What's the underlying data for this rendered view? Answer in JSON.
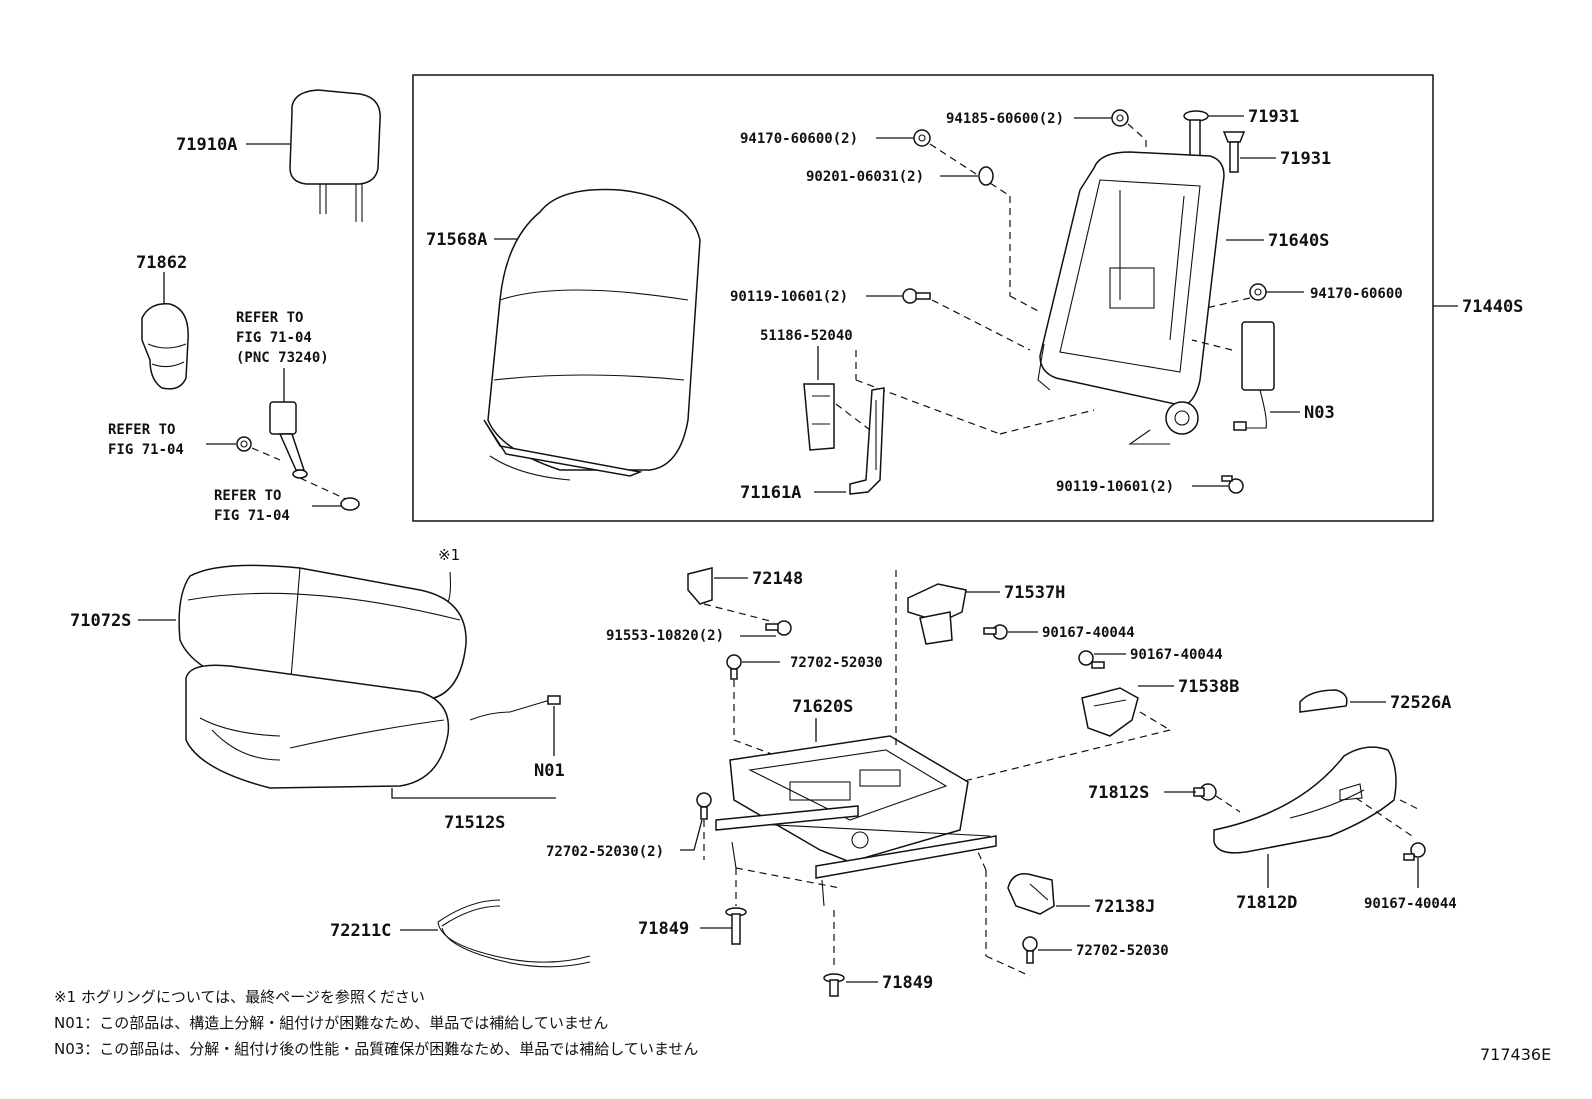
{
  "parts": {
    "p71910A": "71910A",
    "p71862": "71862",
    "p71568A": "71568A",
    "p94185": "94185-60600(2)",
    "p94170a": "94170-60600(2)",
    "p90201": "90201-06031(2)",
    "p71931a": "71931",
    "p71931b": "71931",
    "p71640S": "71640S",
    "p90119a": "90119-10601(2)",
    "p94170b": "94170-60600",
    "p71440S": "71440S",
    "p51186": "51186-52040",
    "pN03": "N03",
    "p71161A": "71161A",
    "p90119b": "90119-10601(2)",
    "p71072S": "71072S",
    "pN01": "N01",
    "p71512S": "71512S",
    "p72148": "72148",
    "p91553": "91553-10820(2)",
    "p72702a": "72702-52030",
    "p71537H": "71537H",
    "p90167a": "90167-40044",
    "p90167b": "90167-40044",
    "p71538B": "71538B",
    "p72526A": "72526A",
    "p71620S": "71620S",
    "p71812S": "71812S",
    "p72702b": "72702-52030(2)",
    "p71849a": "71849",
    "p71849b": "71849",
    "p72138J": "72138J",
    "p72702c": "72702-52030",
    "p71812D": "71812D",
    "p90167c": "90167-40044",
    "p72211C": "72211C"
  },
  "refs": {
    "ref1": [
      "REFER TO",
      "FIG 71-04",
      "(PNC 73240)"
    ],
    "ref2": [
      "REFER TO",
      "FIG 71-04"
    ],
    "ref3": [
      "REFER TO",
      "FIG 71-04"
    ]
  },
  "mark1": "※1",
  "notes": [
    "※1  ホグリングについては、最終ページを参照ください",
    "N01：この部品は、構造上分解・組付けが困難なため、単品では補給していません",
    "N03：この部品は、分解・組付け後の性能・品質確保が困難なため、単品では補給していません"
  ],
  "figure_id": "717436E"
}
